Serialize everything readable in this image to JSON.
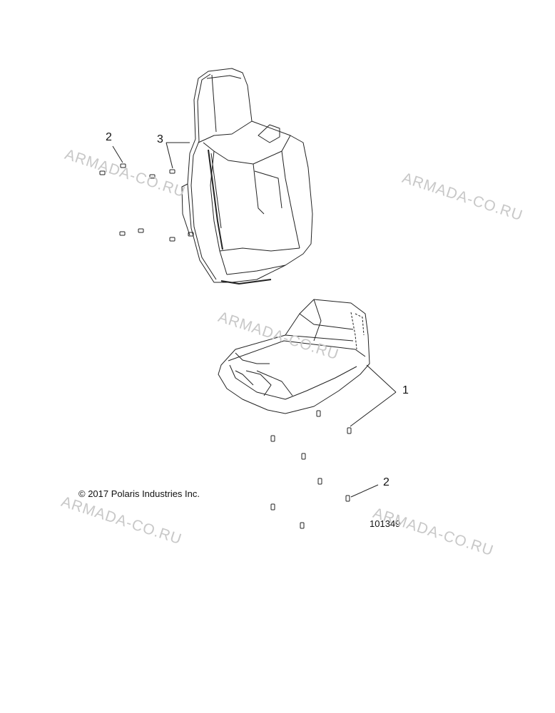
{
  "callouts": {
    "c1": "1",
    "c2_top": "2",
    "c3": "3",
    "c2_bottom": "2"
  },
  "copyright": "© 2017 Polaris Industries Inc.",
  "figure_number": "101349",
  "watermarks": [
    "ARMADA-CO.RU",
    "ARMADA-CO.RU",
    "ARMADA-CO.RU",
    "ARMADA-CO.RU",
    "ARMADA-CO.RU"
  ],
  "colors": {
    "line": "#222222",
    "watermark": "#c8c8c8",
    "background": "#ffffff"
  }
}
